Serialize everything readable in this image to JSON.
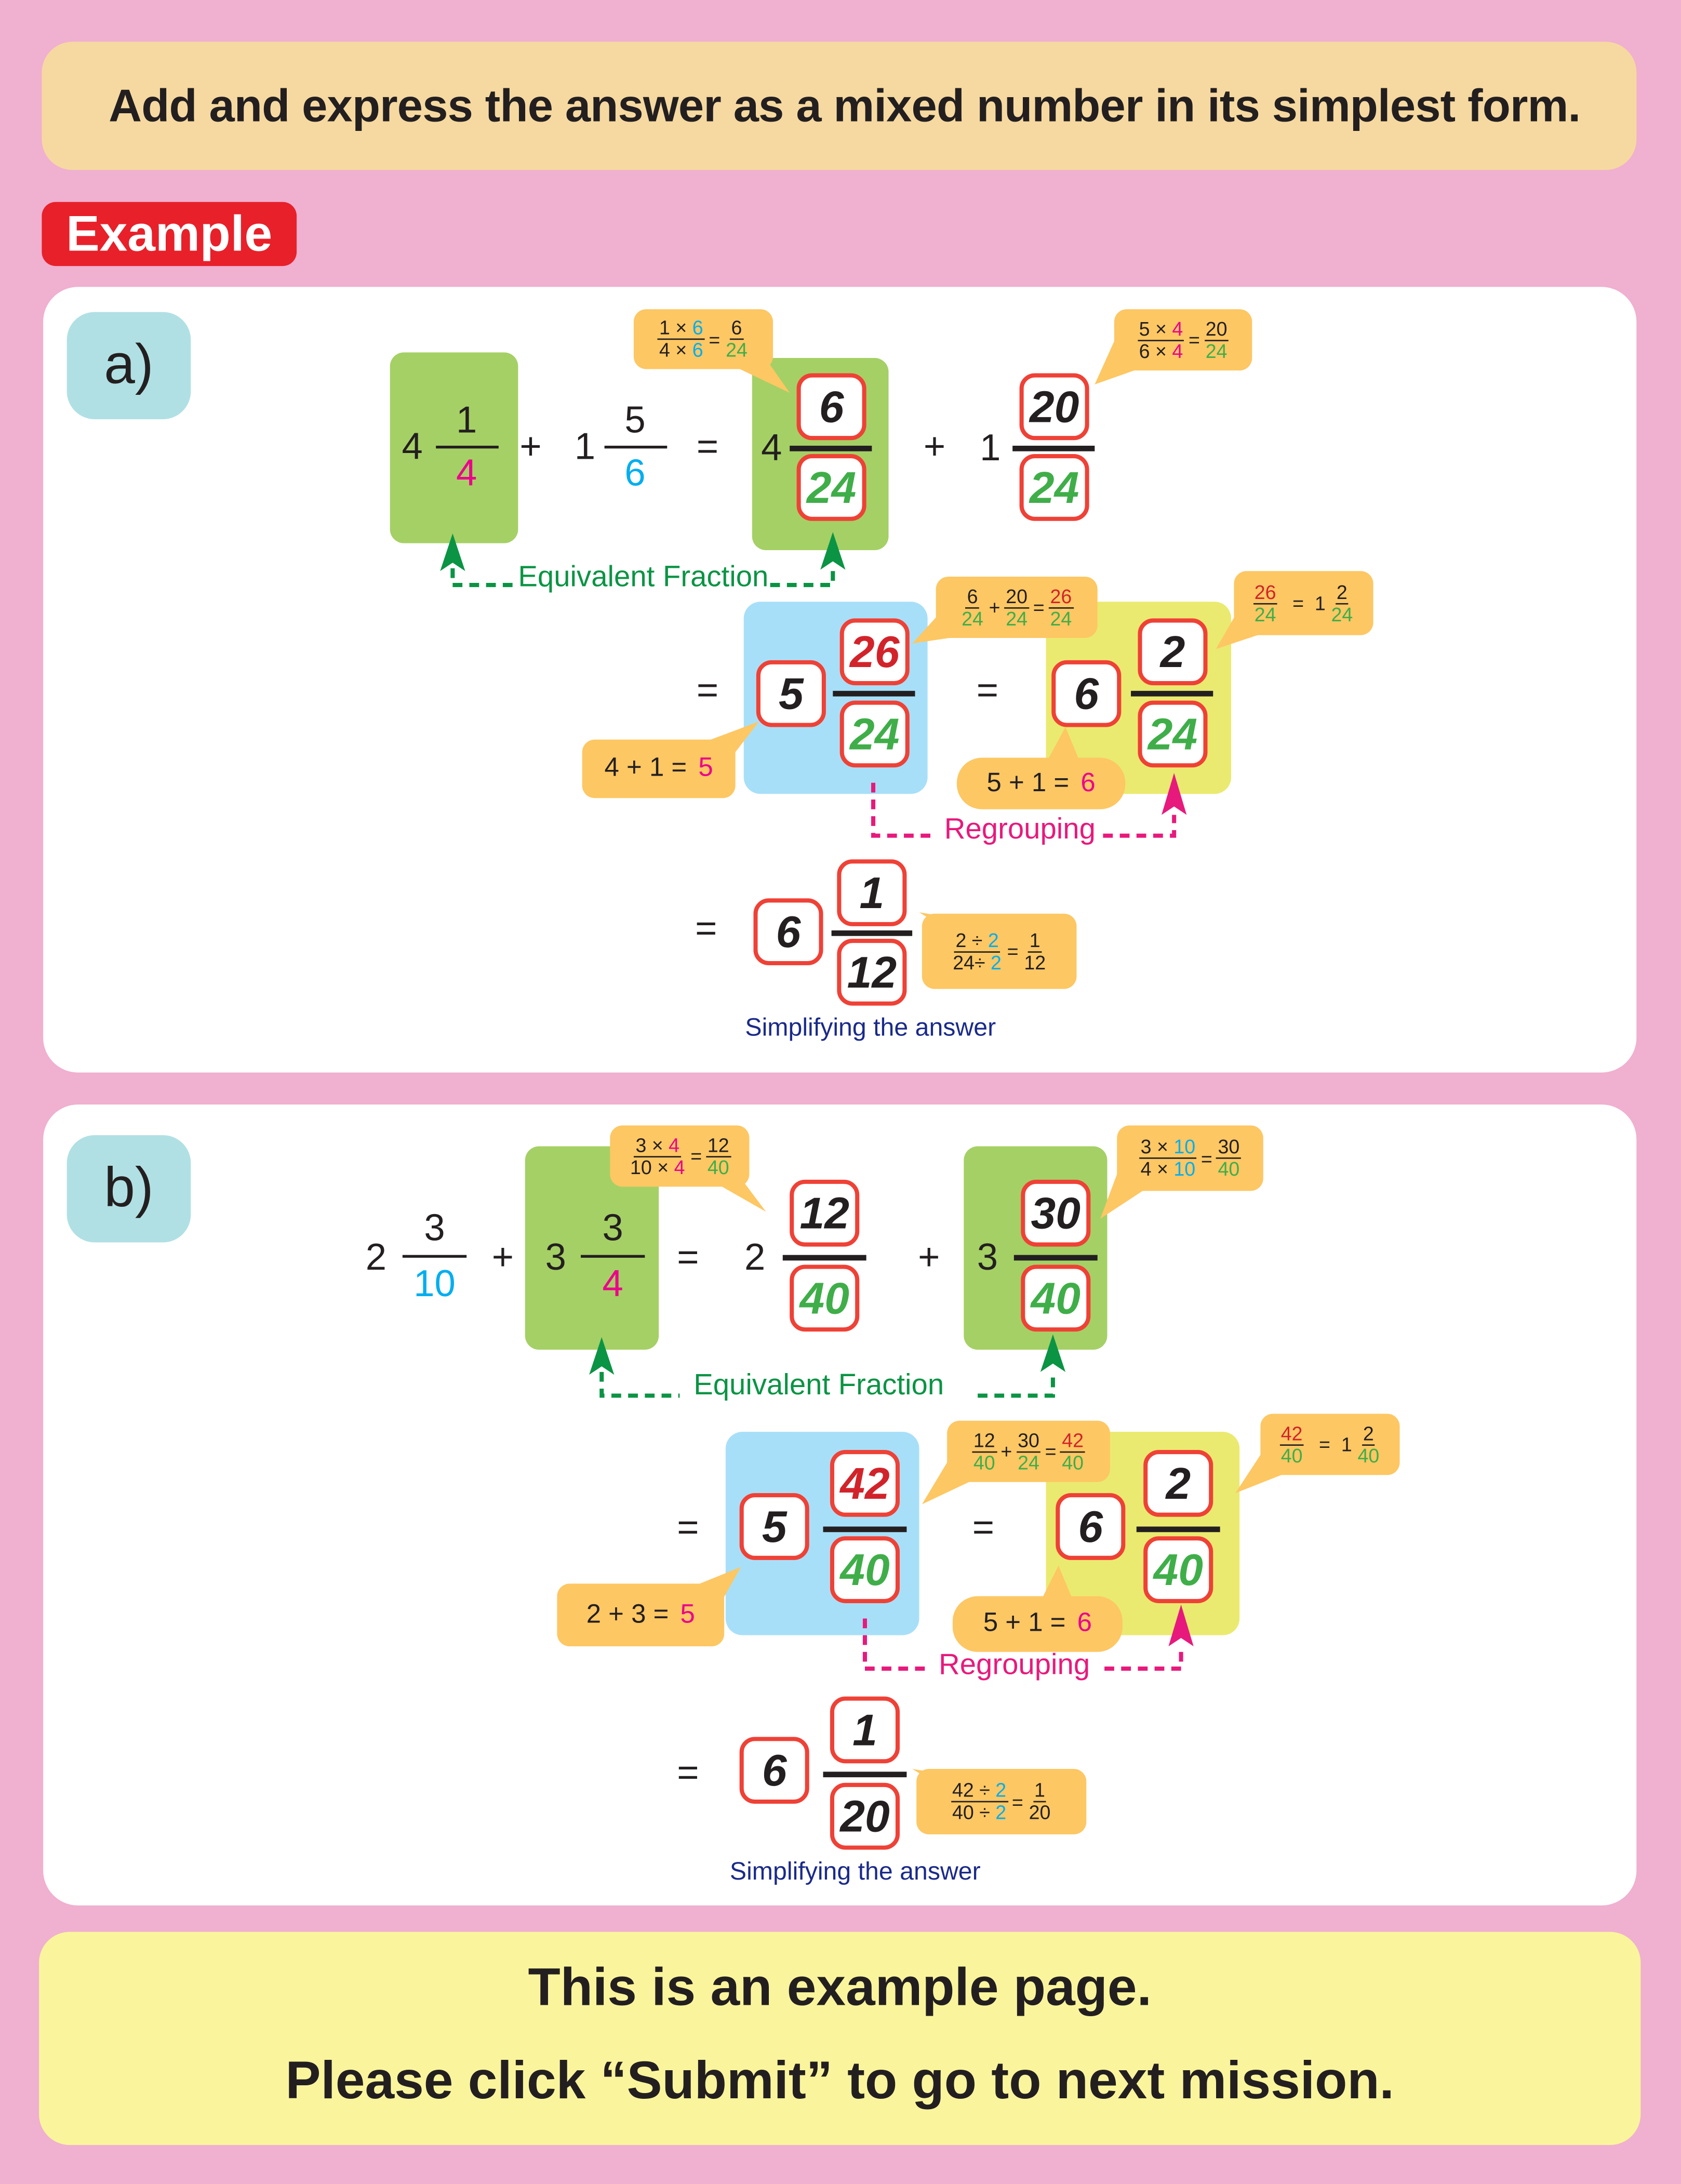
{
  "instruction": "Add and express the answer as a mixed number in its simplest form.",
  "example_label": "Example",
  "colors": {
    "k": "#231f20",
    "b": "#00aeef",
    "p": "#ec008c",
    "g": "#3fae49",
    "r": "#d2232a",
    "callout": "#fdc763",
    "box_border": "#ef4136"
  },
  "a": {
    "label": "a)",
    "row1": {
      "w1": "4",
      "n1": "1",
      "d1": "4",
      "plus": "+",
      "w2": "1",
      "n2": "5",
      "d2": "6",
      "eq": "=",
      "w3": "4",
      "n3": "6",
      "d3": "24",
      "plus2": "+",
      "w4": "1",
      "n4": "20",
      "d4": "24"
    },
    "equiv": "Equivalent Fraction",
    "row2": {
      "eq": "=",
      "w1": "5",
      "n1": "26",
      "d1": "24",
      "eq2": "=",
      "w2": "6",
      "n2": "2",
      "d2": "24"
    },
    "regroup": "Regrouping",
    "row3": {
      "eq": "=",
      "w": "6",
      "n": "1",
      "d": "12"
    },
    "simplify": "Simplifying the answer",
    "callouts": [
      [
        {
          "f": [
            [
              [
                "1",
                "k"
              ],
              [
                " × ",
                "k"
              ],
              [
                "6",
                "b"
              ]
            ],
            [
              [
                "4",
                "k"
              ],
              [
                " × ",
                "k"
              ],
              [
                "6",
                "b"
              ]
            ]
          ]
        },
        {
          "t": "=",
          "c": "k"
        },
        {
          "f": [
            [
              [
                "6",
                "k"
              ]
            ],
            [
              [
                "24",
                "g"
              ]
            ]
          ]
        }
      ],
      [
        {
          "f": [
            [
              [
                "5",
                "k"
              ],
              [
                " × ",
                "k"
              ],
              [
                "4",
                "p"
              ]
            ],
            [
              [
                "6",
                "k"
              ],
              [
                " × ",
                "k"
              ],
              [
                "4",
                "p"
              ]
            ]
          ]
        },
        {
          "t": "=",
          "c": "k"
        },
        {
          "f": [
            [
              [
                "20",
                "k"
              ]
            ],
            [
              [
                "24",
                "g"
              ]
            ]
          ]
        }
      ],
      [
        {
          "f": [
            [
              [
                "6",
                "k"
              ]
            ],
            [
              [
                "24",
                "g"
              ]
            ]
          ]
        },
        {
          "t": "+",
          "c": "k"
        },
        {
          "f": [
            [
              [
                "20",
                "k"
              ]
            ],
            [
              [
                "24",
                "g"
              ]
            ]
          ]
        },
        {
          "t": "=",
          "c": "k"
        },
        {
          "f": [
            [
              [
                "26",
                "r"
              ]
            ],
            [
              [
                "24",
                "g"
              ]
            ]
          ]
        }
      ],
      [
        {
          "f": [
            [
              [
                "26",
                "r"
              ]
            ],
            [
              [
                "24",
                "g"
              ]
            ]
          ]
        },
        {
          "t": "  =  1",
          "c": "k"
        },
        {
          "f": [
            [
              [
                "2",
                "k"
              ]
            ],
            [
              [
                "24",
                "g"
              ]
            ]
          ]
        }
      ],
      [
        {
          "t": "4 + 1 = ",
          "c": "k"
        },
        {
          "t": "5",
          "c": "p"
        }
      ],
      [
        {
          "t": "5 + 1 = ",
          "c": "k"
        },
        {
          "t": "6",
          "c": "p"
        }
      ],
      [
        {
          "f": [
            [
              [
                "2",
                "k"
              ],
              [
                " ÷ ",
                "k"
              ],
              [
                "2",
                "b"
              ]
            ],
            [
              [
                "24÷ ",
                "k"
              ],
              [
                "2",
                "b"
              ]
            ]
          ]
        },
        {
          "t": "=",
          "c": "k"
        },
        {
          "f": [
            [
              [
                "1",
                "k"
              ]
            ],
            [
              [
                "12",
                "k"
              ]
            ]
          ]
        }
      ]
    ]
  },
  "b": {
    "label": "b)",
    "row1": {
      "w1": "2",
      "n1": "3",
      "d1": "10",
      "plus": "+",
      "w2": "3",
      "n2": "3",
      "d2": "4",
      "eq": "=",
      "w3": "2",
      "n3": "12",
      "d3": "40",
      "plus2": "+",
      "w4": "3",
      "n4": "30",
      "d4": "40"
    },
    "equiv": "Equivalent Fraction",
    "row2": {
      "eq": "=",
      "w1": "5",
      "n1": "42",
      "d1": "40",
      "eq2": "=",
      "w2": "6",
      "n2": "2",
      "d2": "40"
    },
    "regroup": "Regrouping",
    "row3": {
      "eq": "=",
      "w": "6",
      "n": "1",
      "d": "20"
    },
    "simplify": "Simplifying the answer",
    "callouts": [
      [
        {
          "f": [
            [
              [
                "3",
                "k"
              ],
              [
                " × ",
                "k"
              ],
              [
                "4",
                "p"
              ]
            ],
            [
              [
                "10",
                "k"
              ],
              [
                " × ",
                "k"
              ],
              [
                "4",
                "p"
              ]
            ]
          ]
        },
        {
          "t": "=",
          "c": "k"
        },
        {
          "f": [
            [
              [
                "12",
                "k"
              ]
            ],
            [
              [
                "40",
                "g"
              ]
            ]
          ]
        }
      ],
      [
        {
          "f": [
            [
              [
                "3",
                "k"
              ],
              [
                " × ",
                "k"
              ],
              [
                "10",
                "b"
              ]
            ],
            [
              [
                "4",
                "k"
              ],
              [
                " × ",
                "k"
              ],
              [
                "10",
                "b"
              ]
            ]
          ]
        },
        {
          "t": "=",
          "c": "k"
        },
        {
          "f": [
            [
              [
                "30",
                "k"
              ]
            ],
            [
              [
                "40",
                "g"
              ]
            ]
          ]
        }
      ],
      [
        {
          "f": [
            [
              [
                "12",
                "k"
              ]
            ],
            [
              [
                "40",
                "g"
              ]
            ]
          ]
        },
        {
          "t": "+",
          "c": "k"
        },
        {
          "f": [
            [
              [
                "30",
                "k"
              ]
            ],
            [
              [
                "24",
                "g"
              ]
            ]
          ]
        },
        {
          "t": "=",
          "c": "k"
        },
        {
          "f": [
            [
              [
                "42",
                "r"
              ]
            ],
            [
              [
                "40",
                "g"
              ]
            ]
          ]
        }
      ],
      [
        {
          "f": [
            [
              [
                "42",
                "r"
              ]
            ],
            [
              [
                "40",
                "g"
              ]
            ]
          ]
        },
        {
          "t": "  =  1",
          "c": "k"
        },
        {
          "f": [
            [
              [
                "2",
                "k"
              ]
            ],
            [
              [
                "40",
                "g"
              ]
            ]
          ]
        }
      ],
      [
        {
          "t": "2 + 3 = ",
          "c": "k"
        },
        {
          "t": "5",
          "c": "p"
        }
      ],
      [
        {
          "t": "5 + 1 = ",
          "c": "k"
        },
        {
          "t": "6",
          "c": "p"
        }
      ],
      [
        {
          "f": [
            [
              [
                "42",
                "k"
              ],
              [
                " ÷ ",
                "k"
              ],
              [
                "2",
                "b"
              ]
            ],
            [
              [
                "40 ÷ ",
                "k"
              ],
              [
                "2",
                "b"
              ]
            ]
          ]
        },
        {
          "t": "=",
          "c": "k"
        },
        {
          "f": [
            [
              [
                "1",
                "k"
              ]
            ],
            [
              [
                "20",
                "k"
              ]
            ]
          ]
        }
      ]
    ]
  },
  "footer": {
    "line1": "This is an example page.",
    "line2": "Please click “Submit” to go to next mission."
  }
}
